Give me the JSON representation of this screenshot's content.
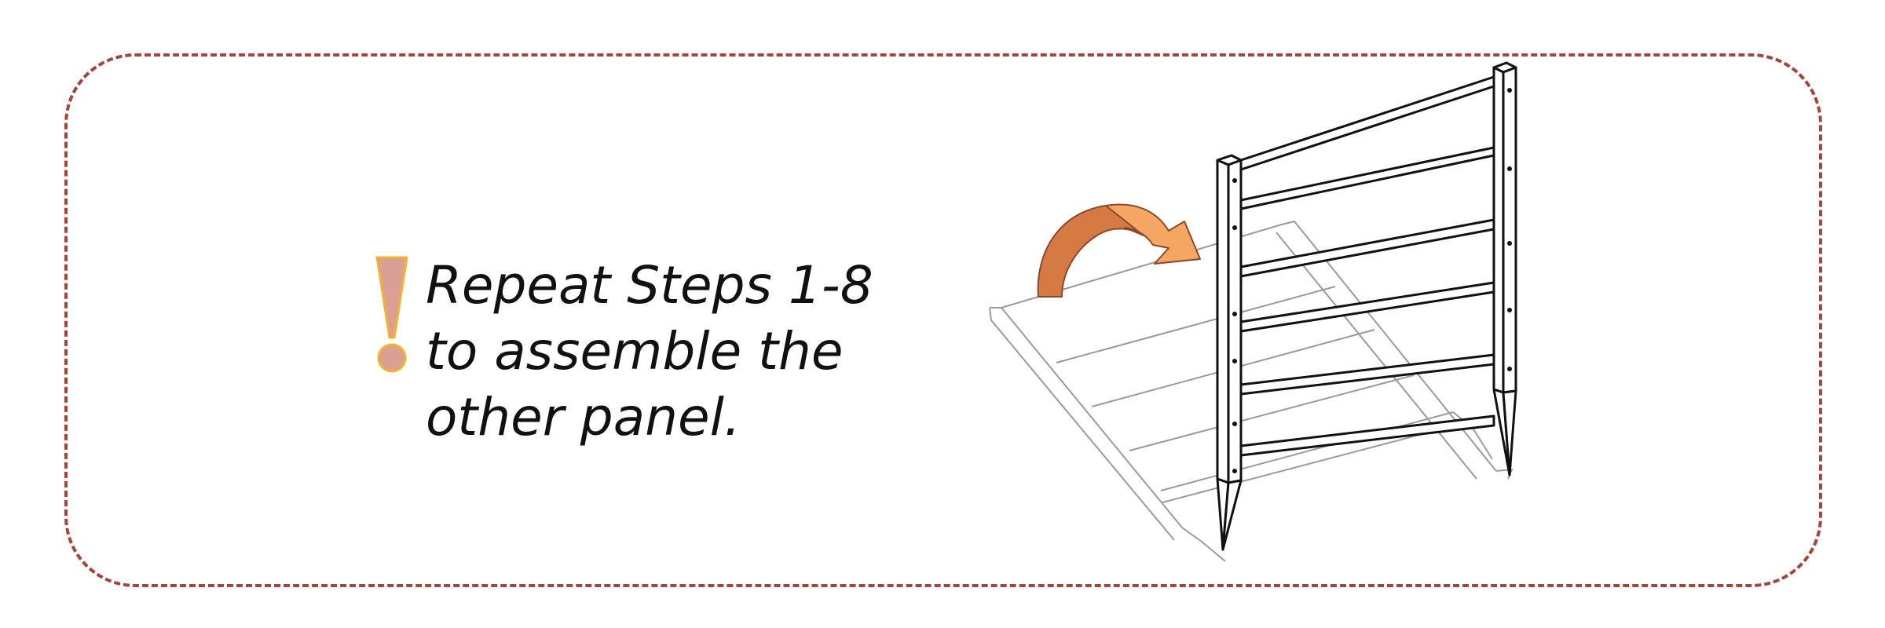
{
  "instruction": {
    "line1": "Repeat Steps 1-8",
    "line2": "to assemble the",
    "line3": "other panel."
  },
  "icons": {
    "warning": "exclamation-icon",
    "arrow": "rotate-arrow-icon"
  },
  "colors": {
    "border": "#a1473a",
    "icon_fill": "#d9a093",
    "icon_outline": "#f2b233",
    "arrow_dark": "#d57a45",
    "arrow_light": "#f6a562",
    "text": "#111111"
  }
}
